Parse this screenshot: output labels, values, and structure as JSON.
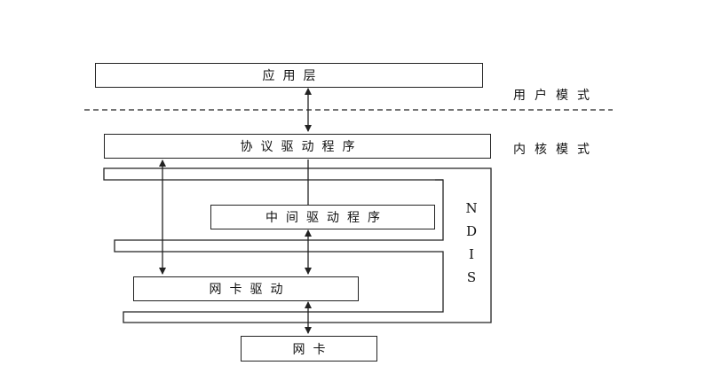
{
  "boxes": {
    "application_layer": "应用层",
    "protocol_driver": "协议驱动程序",
    "intermediate_driver": "中间驱动程序",
    "nic_driver": "网卡驱动",
    "nic": "网卡"
  },
  "modes": {
    "user_mode": "用户模式",
    "kernel_mode": "内核模式"
  },
  "ndis_letters": [
    "N",
    "D",
    "I",
    "S"
  ],
  "colors": {
    "line": "#222222",
    "background": "#ffffff"
  }
}
